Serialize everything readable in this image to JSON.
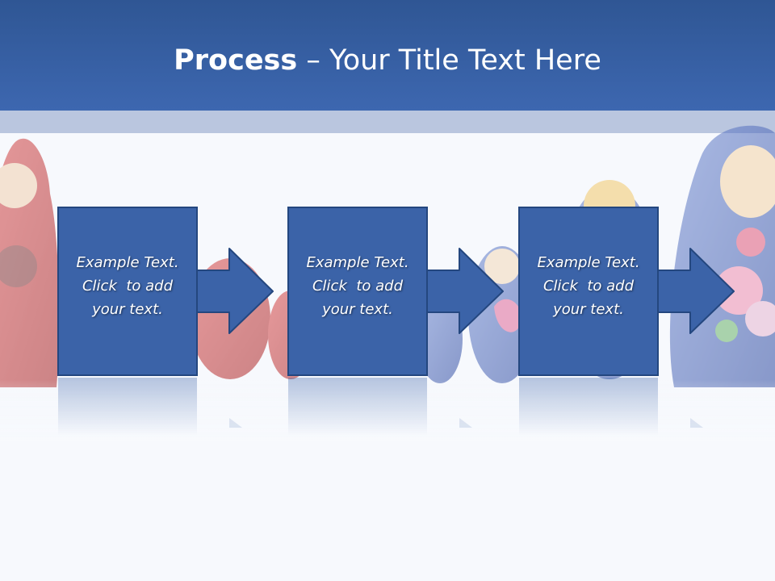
{
  "title": {
    "bold": "Process",
    "rest": " – Your Title Text Here"
  },
  "steps": [
    {
      "line1": "Example Text.",
      "line2": "Click  to add",
      "line3": "your text."
    },
    {
      "line1": "Example Text.",
      "line2": "Click  to add",
      "line3": "your text."
    },
    {
      "line1": "Example Text.",
      "line2": "Click  to add",
      "line3": "your text."
    }
  ],
  "colors": {
    "header": "#3d67b0",
    "box": "#3b63a8",
    "box_border": "#24477f",
    "band": "#bac6df"
  }
}
